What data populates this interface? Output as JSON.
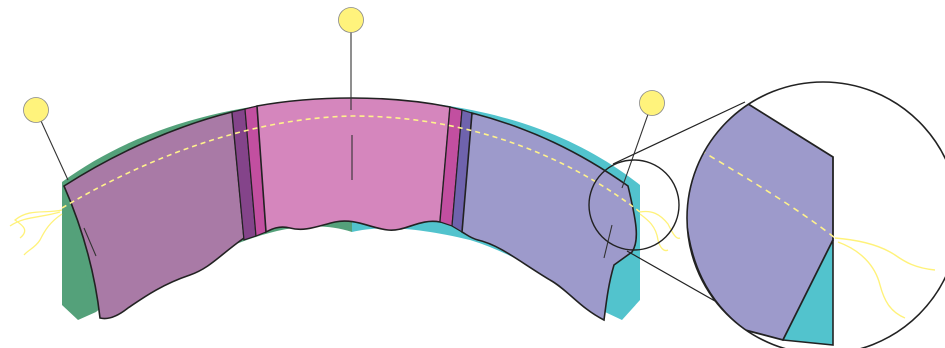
{
  "diagram": {
    "segments": [
      {
        "id": "left-segment",
        "fill": "#a97aa6"
      },
      {
        "id": "center-segment",
        "fill": "#d586bd"
      },
      {
        "id": "right-segment",
        "fill": "#9d9acb"
      }
    ],
    "colors": {
      "green_backing": "#54a17a",
      "teal_backing": "#52c3cd",
      "left_spacer": "#84448a",
      "center_left_spacer": "#c24fa0",
      "center_right_spacer": "#c24fa0",
      "right_spacer": "#6f63ad",
      "dashed_curve": "#fff28c",
      "marker": "#fff37c",
      "fiber": "#fff27a",
      "outline": "#222222"
    },
    "markers": [
      {
        "id": "marker-left"
      },
      {
        "id": "marker-center"
      },
      {
        "id": "marker-right"
      }
    ],
    "magnifier": {
      "lens": "small-circle",
      "detail": "large-circle",
      "colors": [
        "#9d9acb",
        "#52c3cd"
      ]
    }
  }
}
